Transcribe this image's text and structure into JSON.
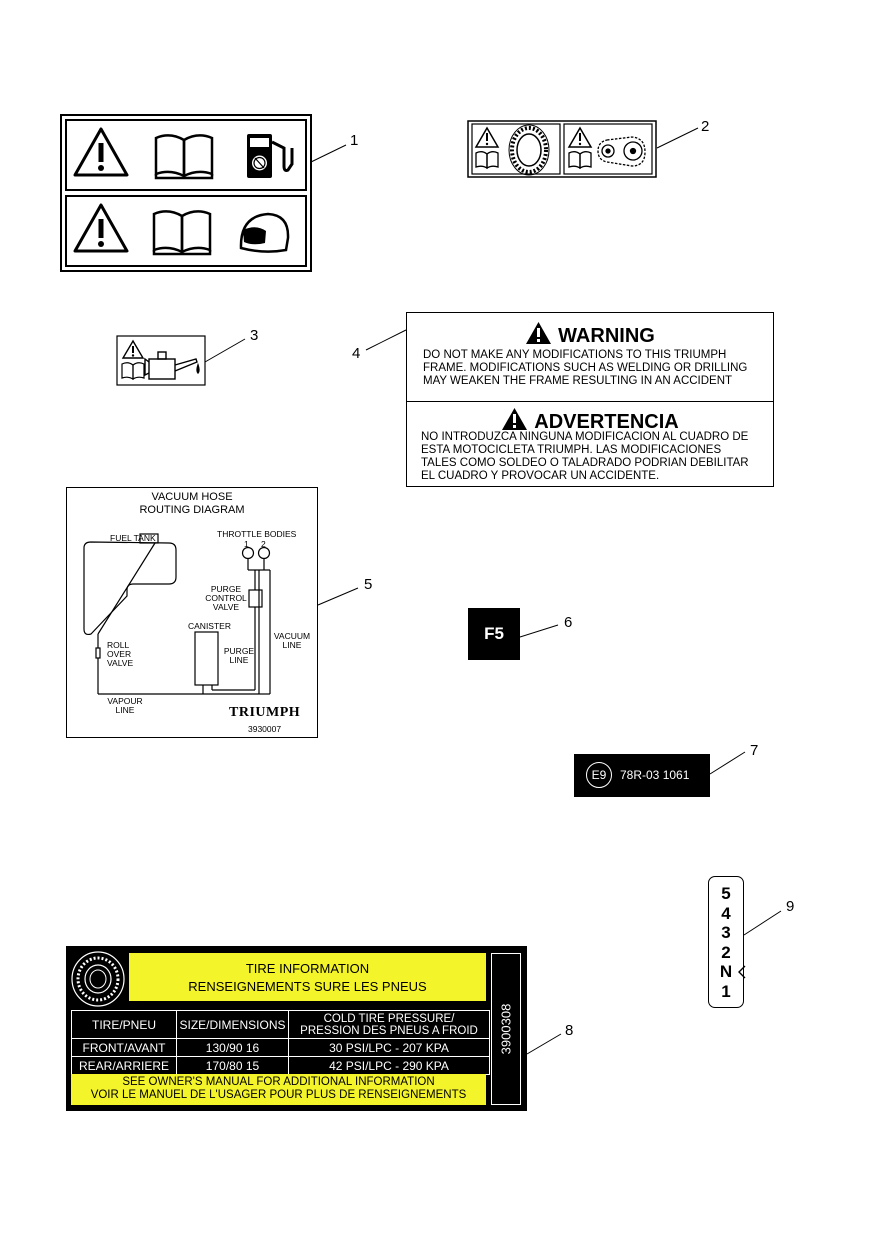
{
  "callouts": [
    "1",
    "2",
    "3",
    "4",
    "5",
    "6",
    "7",
    "8",
    "9"
  ],
  "warning": {
    "en_title": "WARNING",
    "en_lines": [
      "DO  NOT MAKE ANY MODIFICATIONS TO THIS TRIUMPH",
      "FRAME.  MODIFICATIONS SUCH AS WELDING OR DRILLING",
      "MAY WEAKEN THE FRAME RESULTING IN AN ACCIDENT"
    ],
    "es_title": "ADVERTENCIA",
    "es_lines": [
      "NO INTRODUZCA NINGUNA MODIFICACION AL CUADRO DE",
      "ESTA MOTOCICLETA TRIUMPH.  LAS MODIFICACIONES",
      "TALES COMO SOLDEO O TALADRADO PODRIAN DEBILITAR",
      "EL CUADRO Y PROVOCAR UN ACCIDENTE."
    ]
  },
  "vacuum": {
    "title": [
      "VACUUM HOSE",
      "ROUTING DIAGRAM"
    ],
    "fuel_tank": "FUEL TANK",
    "throttle_bodies": "THROTTLE BODIES",
    "tb1": "1",
    "tb2": "2",
    "purge_control_valve": [
      "PURGE",
      "CONTROL",
      "VALVE"
    ],
    "canister": "CANISTER",
    "vacuum_line": [
      "VACUUM",
      "LINE"
    ],
    "purge_line": [
      "PURGE",
      "LINE"
    ],
    "roll_over_valve": [
      "ROLL",
      "OVER",
      "VALVE"
    ],
    "vapour_line": [
      "VAPOUR",
      "LINE"
    ],
    "brand": "TRIUMPH",
    "part_no": "3930007"
  },
  "f5": "F5",
  "e9": {
    "mark": "E9",
    "code": "78R-03 1061"
  },
  "gear": [
    "5",
    "4",
    "3",
    "2",
    "N",
    "1"
  ],
  "tire": {
    "title": [
      "TIRE INFORMATION",
      "RENSEIGNEMENTS SURE LES PNEUS"
    ],
    "headers": [
      "TIRE/PNEU",
      "SIZE/DIMENSIONS",
      "COLD TIRE PRESSURE/\nPRESSION DES PNEUS A FROID"
    ],
    "rows": [
      [
        "FRONT/AVANT",
        "130/90 16",
        "30 PSI/LPC - 207 KPA"
      ],
      [
        "REAR/ARRIERE",
        "170/80 15",
        "42 PSI/LPC - 290 KPA"
      ]
    ],
    "footer": [
      "SEE OWNER'S MANUAL FOR ADDITIONAL INFORMATION",
      "VOIR LE MANUEL DE L'USAGER POUR PLUS DE RENSEIGNEMENTS"
    ],
    "part_no": "3900308"
  },
  "icons": [
    "warning-triangle-icon",
    "manual-book-icon",
    "fuel-pump-unleaded-icon",
    "helmet-icon",
    "tire-icon",
    "chain-icon",
    "oil-can-icon"
  ]
}
